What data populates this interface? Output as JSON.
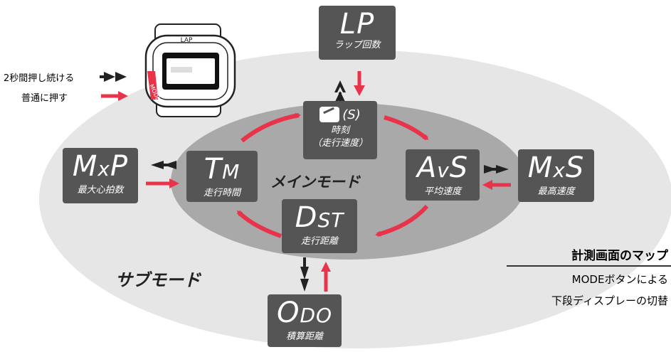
{
  "colors": {
    "box": "#555555",
    "outer_ellipse": "#e6e6e6",
    "inner_ellipse": "#a9a9a9",
    "red_arrow": "#e8334a",
    "black_arrow": "#222222"
  },
  "legend": {
    "hold_label": "2秒間押し続ける",
    "press_label": "普通に押す"
  },
  "watch": {
    "bezel_text": "LAP",
    "button_text": "MODE"
  },
  "main_mode_label": "メインモード",
  "sub_mode_label": "サブモード",
  "nodes": {
    "clock": {
      "icon": "speedometer-icon",
      "abbr": "(S)",
      "jp_line1": "時刻",
      "jp_line2": "（走行速度）"
    },
    "lp": {
      "abbr": "LP",
      "jp": "ラップ回数"
    },
    "avs": {
      "abbr_main": "A",
      "abbr_small": "v",
      "abbr_end": "S",
      "jp": "平均速度"
    },
    "mxs": {
      "abbr_main": "M",
      "abbr_small": "x",
      "abbr_end": "S",
      "jp": "最高速度"
    },
    "tm": {
      "abbr_main": "T",
      "abbr_small": "M",
      "jp": "走行時間"
    },
    "mxp": {
      "abbr_main": "M",
      "abbr_small": "x",
      "abbr_end": "P",
      "jp": "最大心拍数"
    },
    "dst": {
      "abbr_main": "D",
      "abbr_small": "ST",
      "jp": "走行距離"
    },
    "odo": {
      "abbr_main": "O",
      "abbr_small": "DO",
      "jp": "積算距離"
    }
  },
  "caption": {
    "title": "計測画面のマップ",
    "line1": "MODEボタンによる",
    "line2": "下段ディスプレーの切替"
  }
}
